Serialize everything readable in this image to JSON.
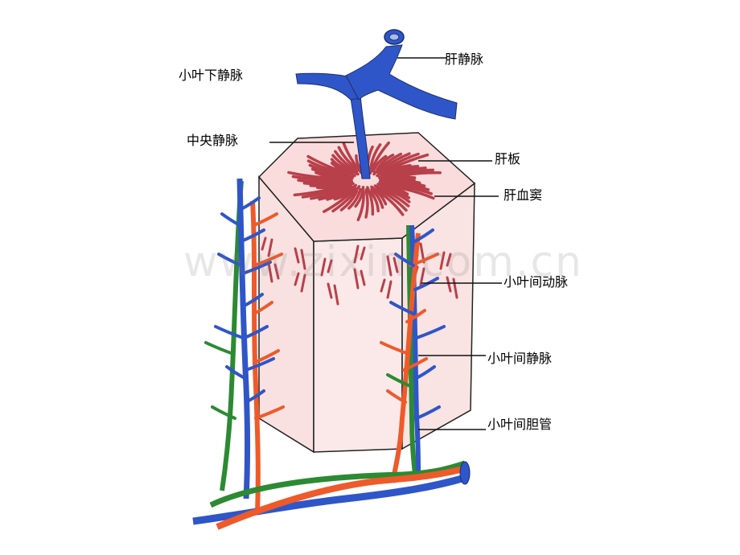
{
  "labels": {
    "hepatic_vein": "肝静脉",
    "sublobular_vein": "小叶下静脉",
    "central_vein": "中央静脉",
    "hepatic_plate": "肝板",
    "hepatic_sinusoid": "肝血窦",
    "interlobular_artery": "小叶间动脉",
    "interlobular_vein": "小叶间静脉",
    "interlobular_bile_duct": "小叶间胆管"
  },
  "watermark": "www.zixin.com.cn",
  "colors": {
    "vein": "#2f56c8",
    "artery": "#ee5a2a",
    "bile_duct": "#2c8a33",
    "lobule_fill": "#fbe6e6",
    "plate": "#b8404a",
    "outline": "#222222"
  }
}
